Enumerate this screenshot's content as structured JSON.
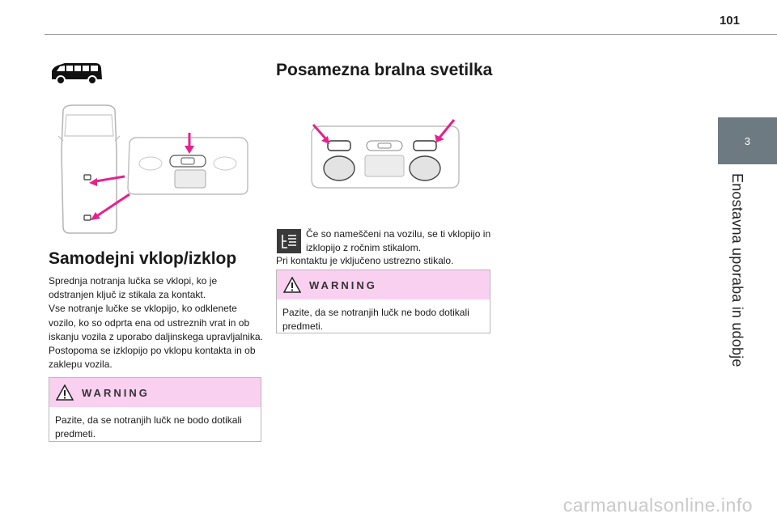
{
  "page": {
    "number": "101",
    "chapter_number": "3",
    "chapter_title": "Enostavna uporaba in udobje"
  },
  "left": {
    "heading": "Samodejni vklop/izklop",
    "paragraphs": [
      "Sprednja notranja lučka se vklopi, ko je odstranjen ključ iz stikala za kontakt.",
      "Vse notranje lučke se vklopijo, ko odklenete vozilo, ko so odprta ena od ustreznih vrat in ob iskanju vozila z uporabo daljinskega upravljalnika.",
      "Postopoma se izklopijo po vklopu kontakta in ob zaklepu vozila."
    ],
    "warning": {
      "label": "WARNING",
      "text": "Pazite, da se notranjih lučk ne bodo dotikali predmeti."
    }
  },
  "right": {
    "heading": "Posamezna bralna svetilka",
    "note_line1": "Če so nameščeni na vozilu, se ti vklopijo in izklopijo z ročnim stikalom.",
    "note_line2": "Pri kontaktu je vključeno ustrezno stikalo.",
    "warning": {
      "label": "WARNING",
      "text": "Pazite, da se notranjih lučk ne bodo dotikali predmeti."
    }
  },
  "footer": {
    "watermark": "carmanualsonline.info"
  },
  "colors": {
    "arrow": "#e6218f",
    "warning_header": "#fad0f1",
    "chapter_tab": "#6e7a82"
  },
  "icons": [
    "van-icon",
    "warning-triangle-icon",
    "note-icon",
    "pink-arrow-icon"
  ]
}
